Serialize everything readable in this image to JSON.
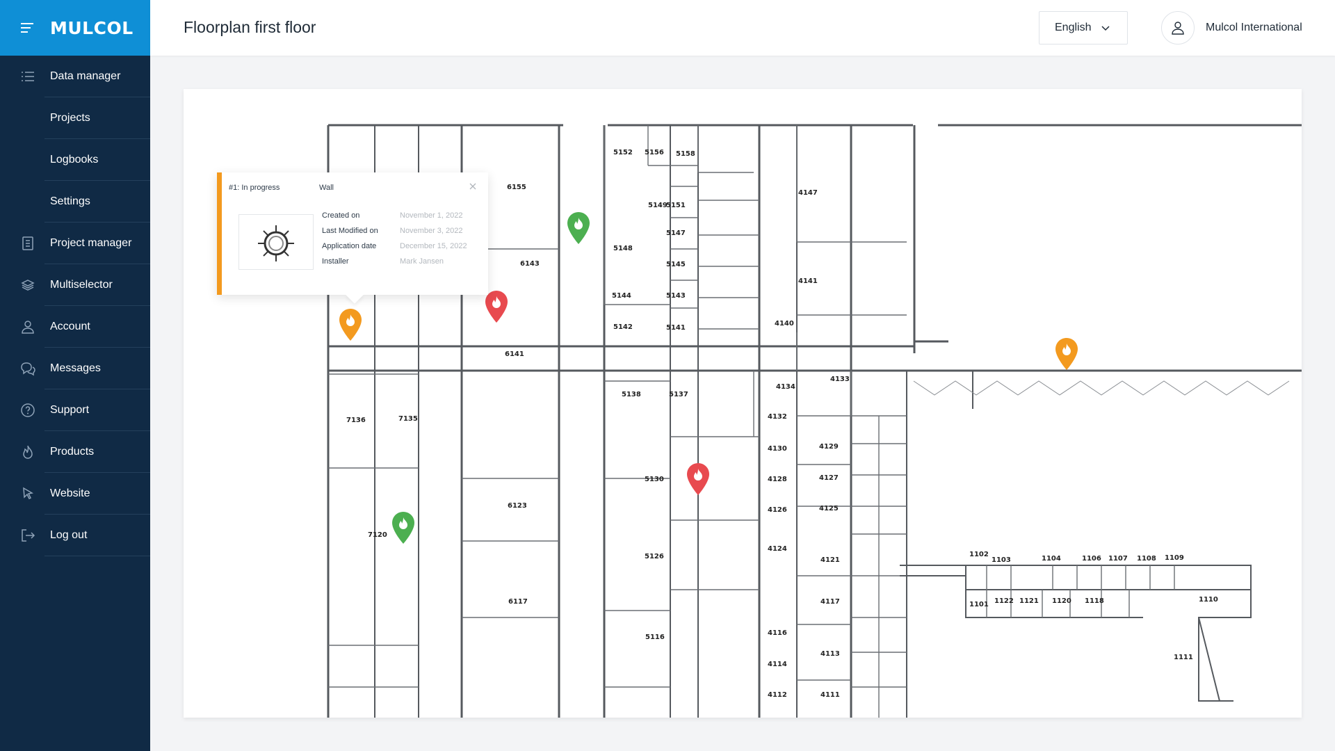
{
  "brand": {
    "name": "MULCOL"
  },
  "sidebar": {
    "items": [
      {
        "label": "Data manager",
        "icon": "list-icon"
      },
      {
        "label": "Projects",
        "icon": ""
      },
      {
        "label": "Logbooks",
        "icon": ""
      },
      {
        "label": "Settings",
        "icon": ""
      },
      {
        "label": "Project manager",
        "icon": "document-icon"
      },
      {
        "label": "Multiselector",
        "icon": "layers-icon"
      },
      {
        "label": "Account",
        "icon": "user-icon"
      },
      {
        "label": "Messages",
        "icon": "chat-icon"
      },
      {
        "label": "Support",
        "icon": "help-icon"
      },
      {
        "label": "Products",
        "icon": "flame-icon"
      },
      {
        "label": "Website",
        "icon": "cursor-icon"
      },
      {
        "label": "Log out",
        "icon": "logout-icon"
      }
    ]
  },
  "header": {
    "title": "Floorplan first floor",
    "language": "English",
    "user": "Mulcol International"
  },
  "popup": {
    "status": "#1:  In progress",
    "type": "Wall",
    "fields": [
      {
        "label": "Created on",
        "value": "November 1, 2022"
      },
      {
        "label": "Last Modified on",
        "value": "November 3, 2022"
      },
      {
        "label": "Application date",
        "value": "December 15, 2022"
      },
      {
        "label": "Installer",
        "value": "Mark Jansen"
      }
    ]
  },
  "colors": {
    "sidebar": "#102a45",
    "brand": "#0f8fd6",
    "pin_green": "#4caf50",
    "pin_red": "#e84a4f",
    "pin_orange": "#f39a1f"
  },
  "map": {
    "rooms": [
      "6155",
      "6143",
      "6141",
      "6123",
      "6117",
      "7136",
      "7135",
      "7120",
      "5152",
      "5156",
      "5158",
      "5149",
      "5151",
      "5147",
      "5148",
      "5145",
      "5144",
      "5143",
      "5142",
      "5141",
      "5138",
      "5137",
      "5130",
      "5126",
      "5116",
      "4147",
      "4141",
      "4140",
      "4134",
      "4133",
      "4132",
      "4130",
      "4129",
      "4128",
      "4127",
      "4126",
      "4125",
      "4124",
      "4121",
      "4117",
      "4116",
      "4114",
      "4113",
      "4112",
      "4111",
      "1102",
      "1103",
      "1104",
      "1106",
      "1107",
      "1108",
      "1109",
      "1101",
      "1122",
      "1121",
      "1120",
      "1118",
      "1110",
      "1111"
    ],
    "pins": [
      {
        "status": "in-progress",
        "color": "orange"
      },
      {
        "status": "rejected",
        "color": "red"
      },
      {
        "status": "approved",
        "color": "green"
      },
      {
        "status": "in-progress",
        "color": "orange"
      },
      {
        "status": "rejected",
        "color": "red"
      },
      {
        "status": "approved",
        "color": "green"
      }
    ]
  }
}
